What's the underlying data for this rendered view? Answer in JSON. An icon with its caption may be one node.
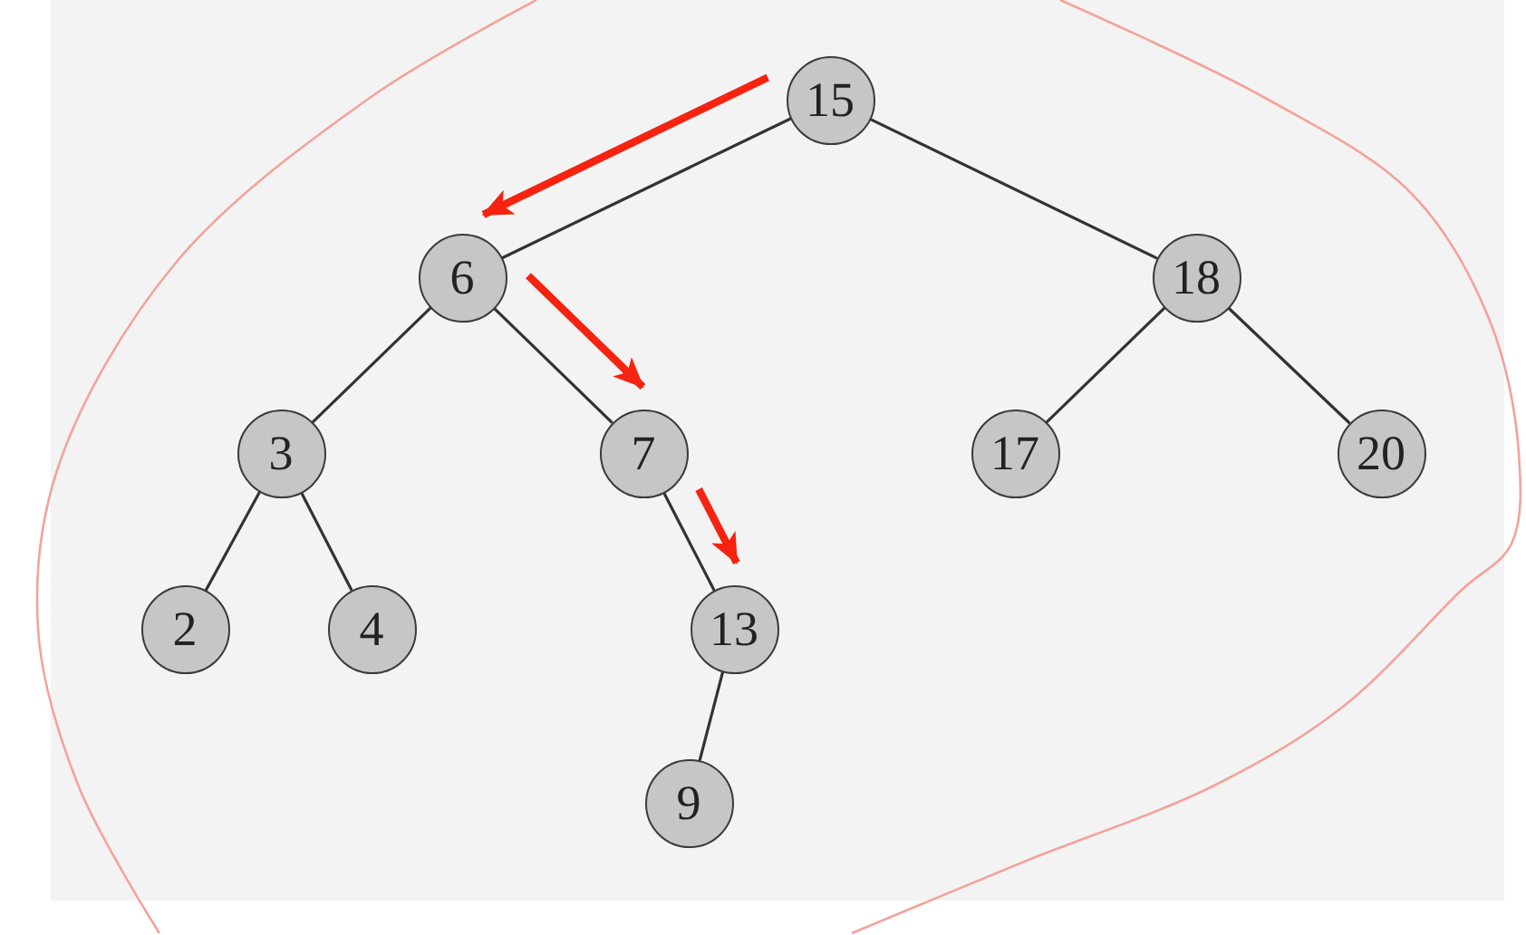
{
  "diagram": {
    "nodes": [
      {
        "text": [
          "15"
        ]
      },
      {
        "text": [
          "6"
        ]
      },
      {
        "text": [
          "18"
        ]
      },
      {
        "text": [
          "3"
        ]
      },
      {
        "text": [
          "7"
        ]
      },
      {
        "text": [
          "17"
        ]
      },
      {
        "text": [
          "20"
        ]
      },
      {
        "text": [
          "2"
        ]
      },
      {
        "text": [
          "4"
        ]
      },
      {
        "text": [
          "13"
        ]
      },
      {
        "text": [
          "9"
        ]
      }
    ],
    "edges": [
      {
        "from": 0,
        "to": 1,
        "arrow": "none"
      },
      {
        "from": 0,
        "to": 2,
        "arrow": "none"
      },
      {
        "from": 1,
        "to": 3,
        "arrow": "none"
      },
      {
        "from": 1,
        "to": 4,
        "arrow": "none"
      },
      {
        "from": 2,
        "to": 5,
        "arrow": "none"
      },
      {
        "from": 2,
        "to": 6,
        "arrow": "none"
      },
      {
        "from": 3,
        "to": 7,
        "arrow": "none"
      },
      {
        "from": 3,
        "to": 8,
        "arrow": "none"
      },
      {
        "from": 4,
        "to": 9,
        "arrow": "none"
      },
      {
        "from": 9,
        "to": 10,
        "arrow": "none"
      },
      {
        "from": 0,
        "to": 1,
        "arrow": "to",
        "style": "thick",
        "color": "#f5230f"
      },
      {
        "from": 1,
        "to": 4,
        "arrow": "to",
        "style": "thick",
        "color": "#f5230f"
      },
      {
        "from": 4,
        "to": 9,
        "arrow": "to",
        "style": "thick",
        "color": "#f5230f"
      }
    ]
  }
}
